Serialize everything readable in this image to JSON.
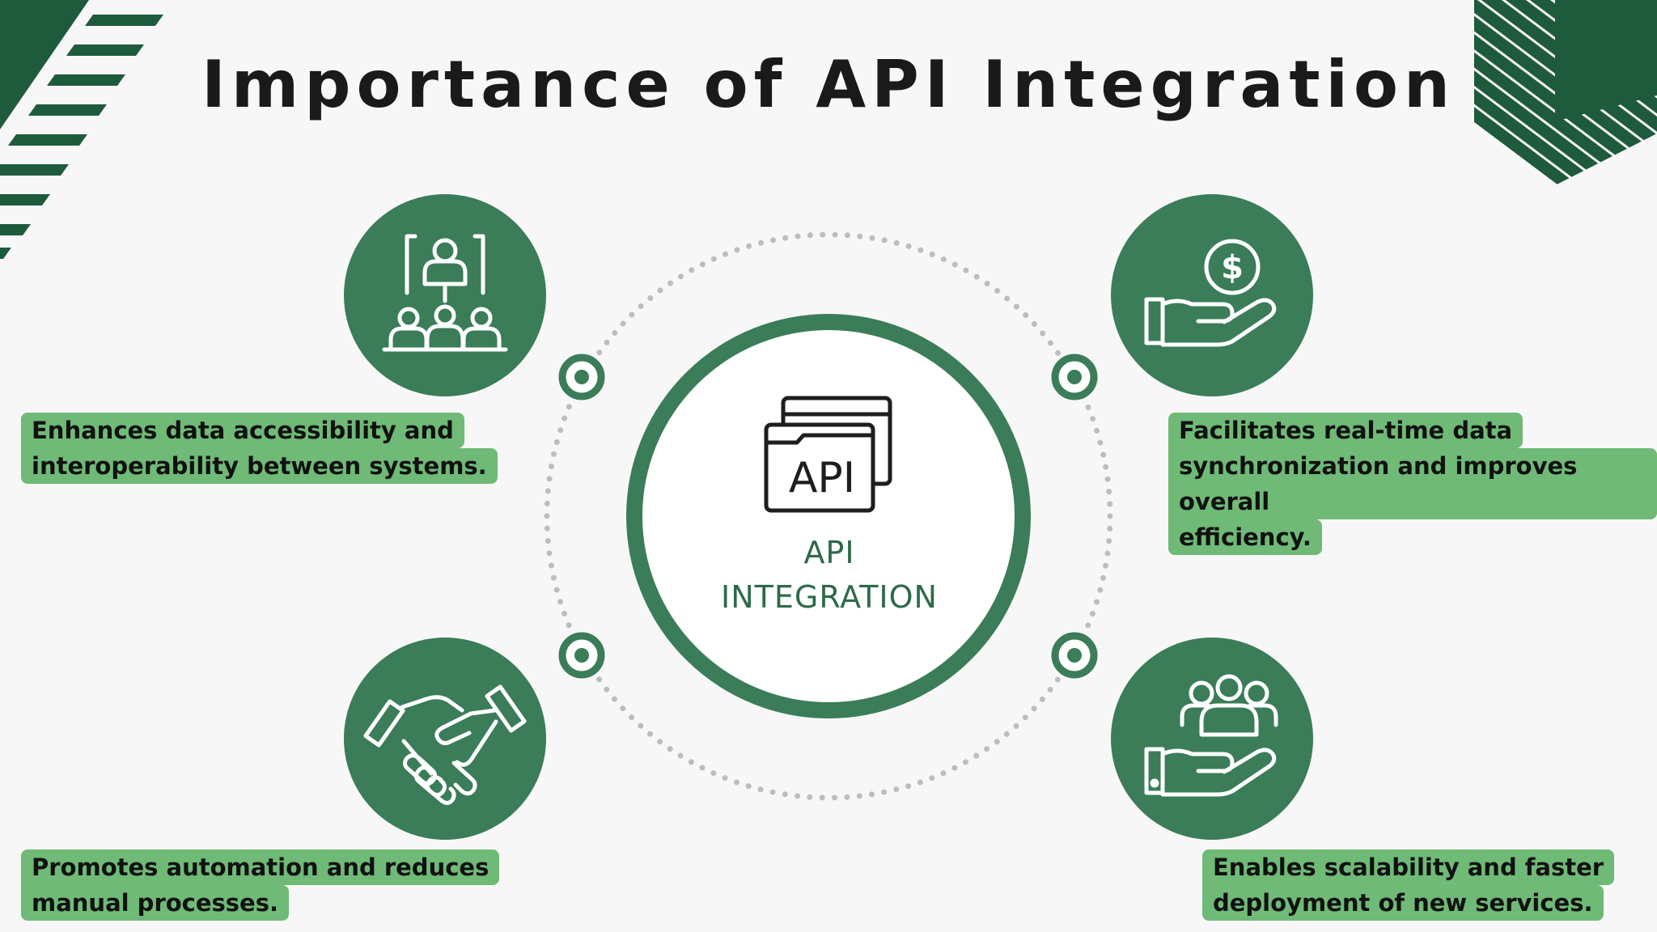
{
  "title": "Importance of API Integration",
  "center": {
    "icon_text": "API",
    "label_line1": "API",
    "label_line2": "INTEGRATION"
  },
  "benefits": [
    {
      "icon": "team-hierarchy-icon",
      "lines": [
        "Enhances data accessibility and",
        "interoperability between systems."
      ]
    },
    {
      "icon": "money-hand-icon",
      "lines": [
        "Facilitates real-time data",
        "synchronization and improves overall",
        "efficiency."
      ]
    },
    {
      "icon": "handshake-icon",
      "lines": [
        "Promotes automation and reduces",
        "manual processes."
      ]
    },
    {
      "icon": "people-hand-icon",
      "lines": [
        "Enables scalability and faster",
        "deployment of new services."
      ]
    }
  ],
  "colors": {
    "primary_green": "#3a7d58",
    "label_green": "#6fba76",
    "dark_green": "#1e5a3c",
    "title": "#1a1a1a",
    "background": "#f8f7f8"
  }
}
